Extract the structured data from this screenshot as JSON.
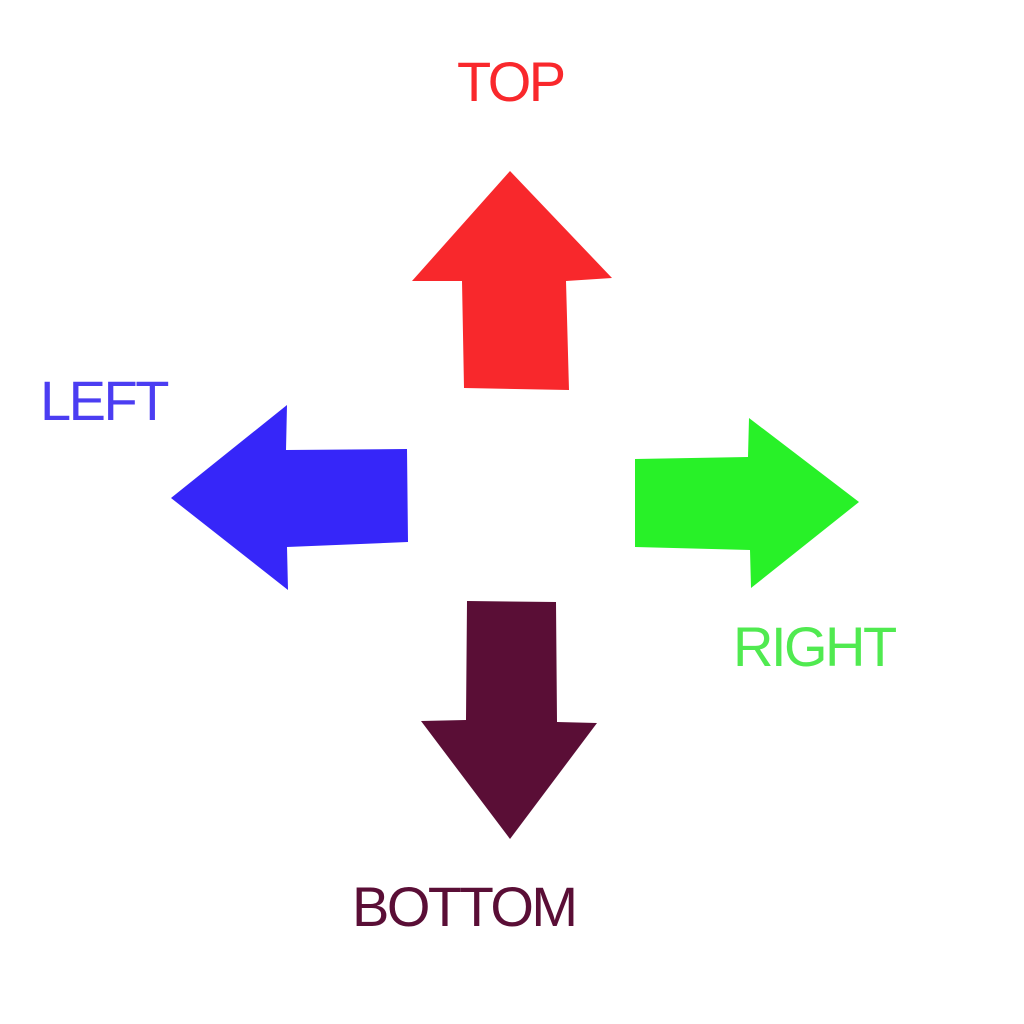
{
  "canvas": {
    "background_color": "#ffffff"
  },
  "arrows": {
    "top": {
      "direction": "up",
      "color": "#f8282c"
    },
    "left": {
      "direction": "left",
      "color": "#3626f9"
    },
    "right": {
      "direction": "right",
      "color": "#28f128"
    },
    "bottom": {
      "direction": "down",
      "color": "#5a0e36"
    }
  },
  "labels": {
    "top": {
      "text": "TOP",
      "color": "#f9282c"
    },
    "left": {
      "text": "LEFT",
      "color": "#4b3df2"
    },
    "right": {
      "text": "RIGHT",
      "color": "#50ea50"
    },
    "bottom": {
      "text": "BOTTOM",
      "color": "#5a0e36"
    }
  }
}
